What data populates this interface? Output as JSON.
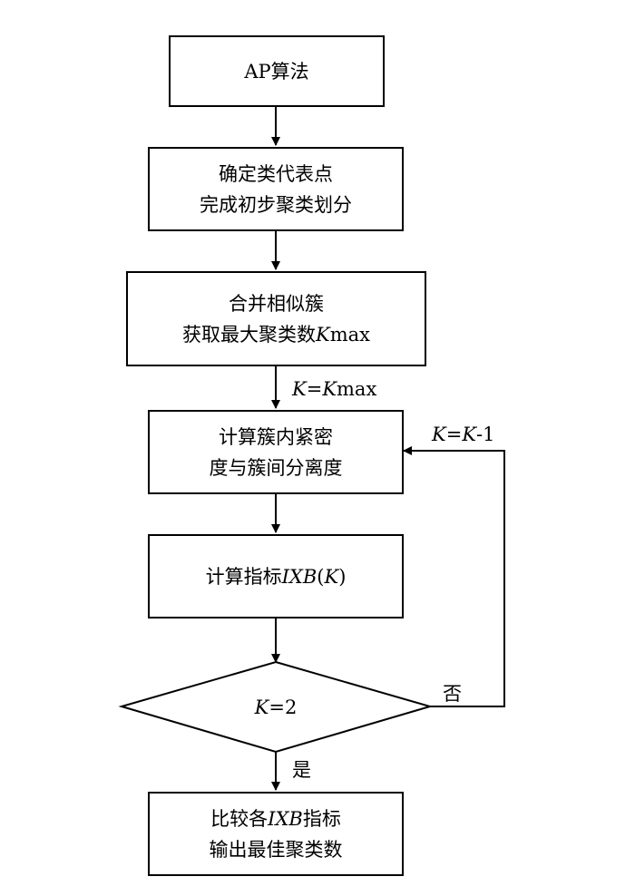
{
  "flowchart": {
    "step1": {
      "line1": "AP算法"
    },
    "step2": {
      "line1": "确定类代表点",
      "line2": "完成初步聚类划分"
    },
    "step3": {
      "line1_prefix": "合并相似簇",
      "line2_prefix": "获取最大聚类数",
      "line2_var": "K",
      "line2_suffix": "max"
    },
    "edge3_label": {
      "var1": "K",
      "eq": "=",
      "var2": "K",
      "suffix": "max"
    },
    "step4": {
      "line1": "计算簇内紧密",
      "line2": "度与簇间分离度"
    },
    "step5": {
      "prefix": "计算指标",
      "var": "IXB",
      "paren_open": "(",
      "arg": "K",
      "paren_close": ")"
    },
    "decision": {
      "var": "K",
      "rest": "=2"
    },
    "no_label": "否",
    "yes_label": "是",
    "loop_label": {
      "var1": "K",
      "eq": "=",
      "var2": "K",
      "suffix": "-1"
    },
    "step6": {
      "line1_prefix": "比较各",
      "line1_var": "IXB",
      "line1_suffix": "指标",
      "line2": "输出最佳聚类数"
    }
  }
}
